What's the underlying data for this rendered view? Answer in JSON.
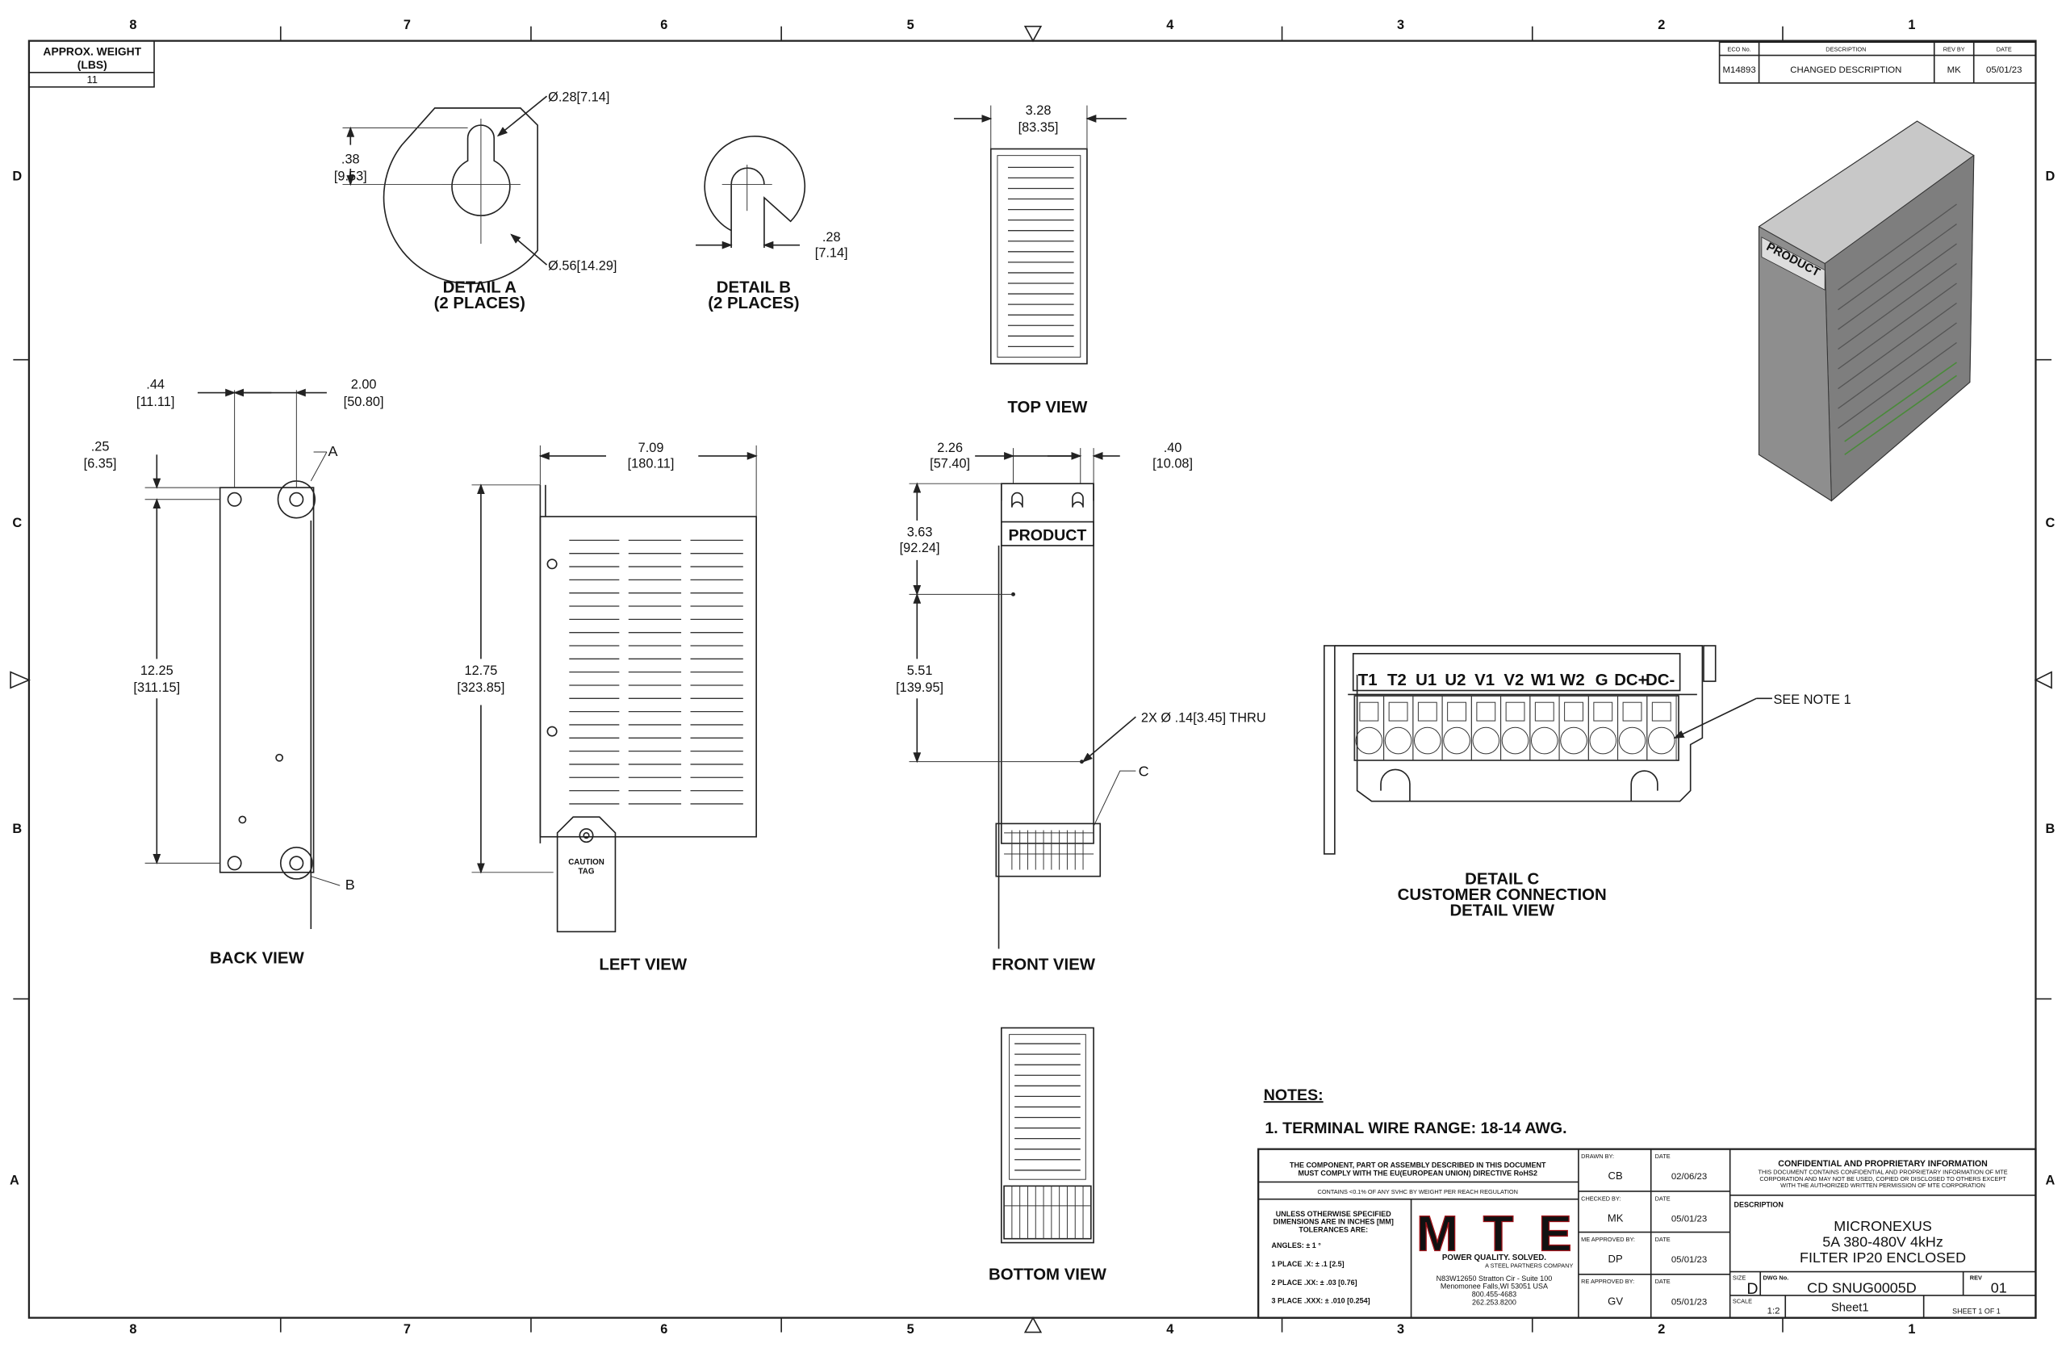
{
  "border": {
    "column_labels": [
      "8",
      "7",
      "6",
      "5",
      "4",
      "3",
      "2",
      "1"
    ],
    "row_labels": [
      "D",
      "C",
      "B",
      "A"
    ]
  },
  "weight": {
    "label_line1": "APPROX. WEIGHT",
    "label_line2": "(LBS)",
    "value": "11"
  },
  "revision": {
    "headers": {
      "eco": "ECO No.",
      "description": "DESCRIPTION",
      "rev_by": "REV BY",
      "date": "DATE"
    },
    "rows": [
      {
        "eco": "M14893",
        "description": "CHANGED DESCRIPTION",
        "rev_by": "MK",
        "date": "05/01/23"
      }
    ]
  },
  "views": {
    "detail_a": [
      "DETAIL A",
      "(2 PLACES)"
    ],
    "detail_b": [
      "DETAIL B",
      "(2 PLACES)"
    ],
    "top": "TOP VIEW",
    "back": "BACK VIEW",
    "left": "LEFT VIEW",
    "front": "FRONT VIEW",
    "bottom": "BOTTOM VIEW",
    "detail_c": [
      "DETAIL C",
      "CUSTOMER CONNECTION",
      "DETAIL VIEW"
    ]
  },
  "dimensions": {
    "a_hole": "Ø.28[7.14]",
    "a_slot": "Ø.56[14.29]",
    "a_height": [
      ".38",
      "[9.53]"
    ],
    "b_width": [
      ".28",
      "[7.14]"
    ],
    "top_width": [
      "3.28",
      "[83.35]"
    ],
    "back_44": [
      ".44",
      "[11.11]"
    ],
    "back_200": [
      "2.00",
      "[50.80]"
    ],
    "back_25": [
      ".25",
      "[6.35]"
    ],
    "back_1225": [
      "12.25",
      "[311.15]"
    ],
    "left_709": [
      "7.09",
      "[180.11]"
    ],
    "left_1275": [
      "12.75",
      "[323.85]"
    ],
    "front_226": [
      "2.26",
      "[57.40]"
    ],
    "front_40": [
      ".40",
      "[10.08]"
    ],
    "front_363": [
      "3.63",
      "[92.24]"
    ],
    "front_551": [
      "5.51",
      "[139.95]"
    ],
    "front_holes": "2X Ø .14[3.45] THRU"
  },
  "callouts": {
    "a": "A",
    "b": "B",
    "c": "C",
    "see_note": "SEE NOTE 1"
  },
  "labels": {
    "product": "PRODUCT",
    "caution_tag": [
      "CAUTION",
      "TAG"
    ]
  },
  "detail_c_terminals": [
    "T1",
    "T2",
    "U1",
    "U2",
    "V1",
    "V2",
    "W1",
    "W2",
    "G",
    "DC+",
    "DC-"
  ],
  "notes": {
    "title": "NOTES:",
    "items": [
      "1.  TERMINAL WIRE RANGE: 18-14 AWG."
    ]
  },
  "title_block": {
    "rohs": [
      "THE COMPONENT, PART OR ASSEMBLY DESCRIBED IN THIS DOCUMENT",
      "MUST COMPLY WITH THE EU(EUROPEAN UNION) DIRECTIVE RoHS2"
    ],
    "reach": "CONTAINS <0.1% OF ANY SVHC BY WEIGHT PER REACH REGULATION",
    "tolerances": {
      "header": [
        "UNLESS OTHERWISE SPECIFIED",
        "DIMENSIONS ARE IN INCHES [MM]",
        "TOLERANCES ARE:"
      ],
      "angles": "ANGLES: ± 1 °",
      "one_place": "1 PLACE .X: ± .1 [2.5]",
      "two_place": "2 PLACE .XX: ± .03 [0.76]",
      "three_place": "3 PLACE .XXX: ± .010 [0.254]"
    },
    "logo": {
      "text": "MTE",
      "tagline": "POWER QUALITY. SOLVED.",
      "subtitle": "A STEEL PARTNERS COMPANY",
      "brand_color": "#e0242c"
    },
    "address": [
      "N83W12650 Stratton Cir - Suite 100",
      "Menomonee Falls,WI 53051 USA",
      "800.455-4683",
      "262.253.8200"
    ],
    "approvals": [
      {
        "role": "DRAWN BY:",
        "initials": "CB",
        "date_label": "DATE",
        "date": "02/06/23"
      },
      {
        "role": "CHECKED BY:",
        "initials": "MK",
        "date_label": "DATE",
        "date": "05/01/23"
      },
      {
        "role": "ME APPROVED BY:",
        "initials": "DP",
        "date_label": "DATE",
        "date": "05/01/23"
      },
      {
        "role": "RE APPROVED BY:",
        "initials": "GV",
        "date_label": "DATE",
        "date": "05/01/23"
      }
    ],
    "confidential": {
      "title": "CONFIDENTIAL AND PROPRIETARY INFORMATION",
      "body": [
        "THIS DOCUMENT CONTAINS CONFIDENTIAL AND PROPRIETARY INFORMATION OF MTE",
        "CORPORATION AND MAY NOT BE USED, COPIED OR DISCLOSED TO OTHERS EXCEPT",
        "WITH THE AUTHORIZED WRITTEN PERMISSION OF MTE CORPORATION"
      ]
    },
    "description_label": "DESCRIPTION",
    "description": [
      "MICRONEXUS",
      "5A 380-480V 4kHz",
      "FILTER IP20 ENCLOSED"
    ],
    "size_label": "SIZE",
    "size": "D",
    "dwg_label": "DWG No.",
    "dwg_no": "CD SNUG0005D",
    "rev_label": "REV",
    "rev": "01",
    "scale_label": "SCALE",
    "scale": "1:2",
    "sheet_name": "Sheet1",
    "sheet_of": "SHEET 1  OF 1"
  }
}
